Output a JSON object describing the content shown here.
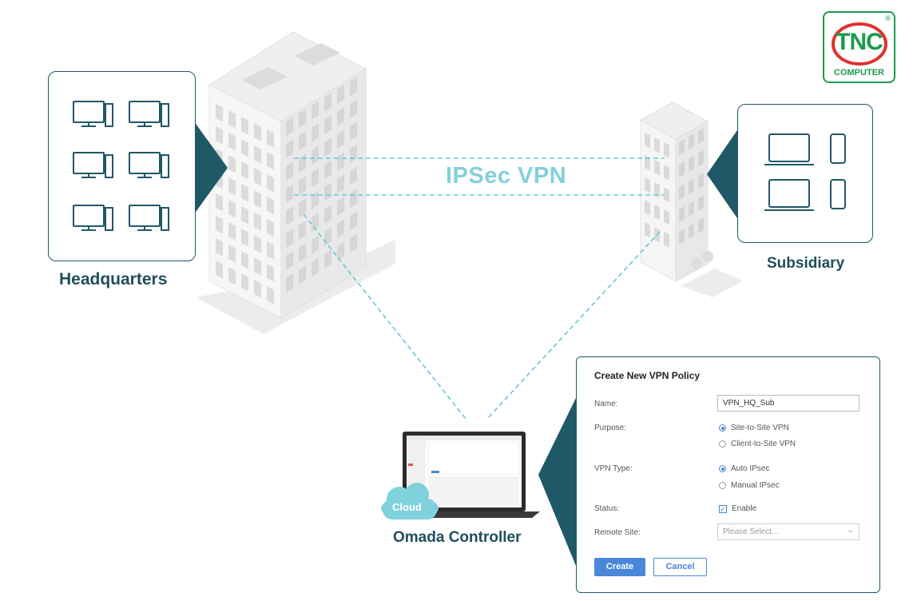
{
  "vpn_label": "IPSec VPN",
  "sites": {
    "hq": "Headquarters",
    "sub": "Subsidiary",
    "controller": "Omada Controller",
    "cloud": "Cloud"
  },
  "logo": {
    "name": "TNC",
    "subtitle": "COMPUTER",
    "reg": "®"
  },
  "form": {
    "title": "Create New VPN Policy",
    "name_label": "Name:",
    "name_value": "VPN_HQ_Sub",
    "purpose_label": "Purpose:",
    "purpose_options": [
      "Site-to-Site VPN",
      "Client-to-Site VPN"
    ],
    "purpose_selected": "Site-to-Site VPN",
    "type_label": "VPN Type:",
    "type_options": [
      "Auto IPsec",
      "Manual IPsec"
    ],
    "type_selected": "Auto IPsec",
    "status_label": "Status:",
    "status_value": "Enable",
    "status_checked": true,
    "remote_label": "Remote Site:",
    "remote_placeholder": "Please Select...",
    "create": "Create",
    "cancel": "Cancel"
  },
  "colors": {
    "accent": "#4a86d9",
    "dark": "#1f4f5c",
    "dash": "#62c8d8",
    "callout": "#1f5866",
    "brand": "#1d9a4e"
  }
}
